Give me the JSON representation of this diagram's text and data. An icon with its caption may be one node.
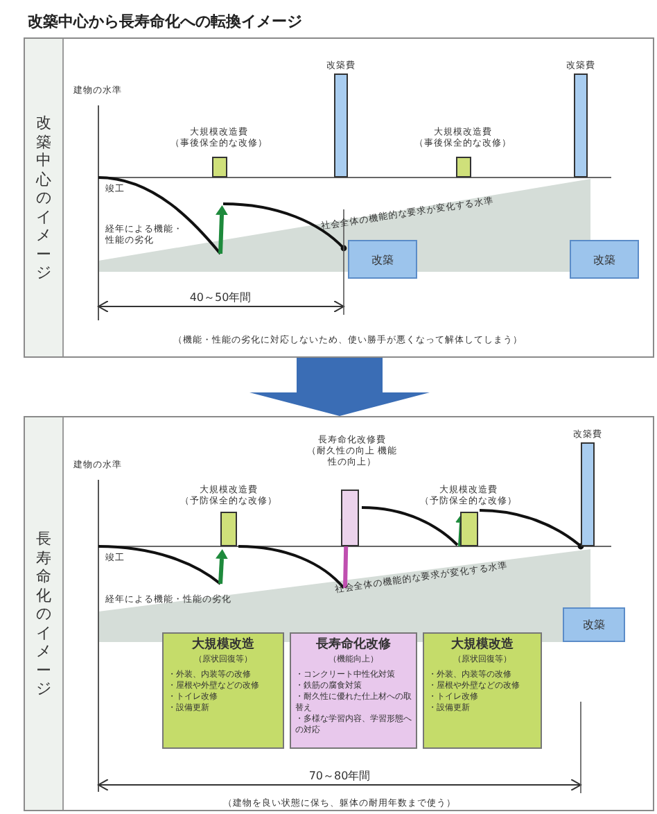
{
  "diagram": {
    "title": "改築中心から長寿命化への転換イメージ",
    "nodes": [
      {
        "text": [
          "改築中心のイメージ"
        ]
      },
      {
        "text": [
          "大規模改造費",
          "（事後保全的な改修）"
        ],
        "in": 0
      },
      {
        "text": [
          "改築費"
        ],
        "in": 0
      },
      {
        "text": [
          "大規模改造費",
          "（事後保全的な改修）"
        ],
        "in": 0
      },
      {
        "text": [
          "改築費"
        ],
        "in": 0
      },
      {
        "text": [
          "改築"
        ],
        "in": 0
      },
      {
        "text": [
          "改築"
        ],
        "in": 0
      },
      {
        "text": [
          "長寿命化のイメージ"
        ]
      },
      {
        "text": [
          "大規模改造費",
          "（予防保全的な改修）"
        ],
        "in": 7
      },
      {
        "text": [
          "長寿命化改修費",
          "（耐久性の向上 機能性の向上）"
        ],
        "in": 7
      },
      {
        "text": [
          "大規模改造費",
          "（予防保全的な改修）"
        ],
        "in": 7
      },
      {
        "text": [
          "改築費"
        ],
        "in": 7
      },
      {
        "text": [
          "改築"
        ],
        "in": 7
      },
      {
        "text": [
          "大規模改造",
          "（原状回復等）",
          "・外装、内装等の改修",
          "・屋根や外壁などの改修",
          "・トイレ改修",
          "・設備更新"
        ],
        "in": 7
      },
      {
        "text": [
          "長寿命化改修",
          "（機能向上）",
          "・コンクリート中性化対策",
          "・鉄筋の腐食対策",
          "・耐久性に優れた仕上材への取替え",
          "・多様な学習内容、学習形態への対応"
        ],
        "in": 7
      },
      {
        "text": [
          "大規模改造",
          "（原状回復等）",
          "・外装、内装等の改修",
          "・屋根や外壁などの改修",
          "・トイレ改修",
          "・設備更新"
        ],
        "in": 7
      }
    ],
    "edges": [
      {
        "from": 0,
        "to": 7,
        "arrow": "to"
      }
    ],
    "labels": [
      "建物の水準",
      "竣工",
      "経年による機能・性能の劣化",
      "社会全体の機能的な要求が変化する水準",
      "40～50年間",
      "（機能・性能の劣化に対応しないため、使い勝手が悪くなって解体してしまう）",
      "建物の水準",
      "竣工",
      "経年による機能・性能の劣化",
      "社会全体の機能的な要求が変化する水準",
      "70～80年間",
      "（建物を良い状態に保ち、躯体の耐用年数まで使う）"
    ]
  }
}
